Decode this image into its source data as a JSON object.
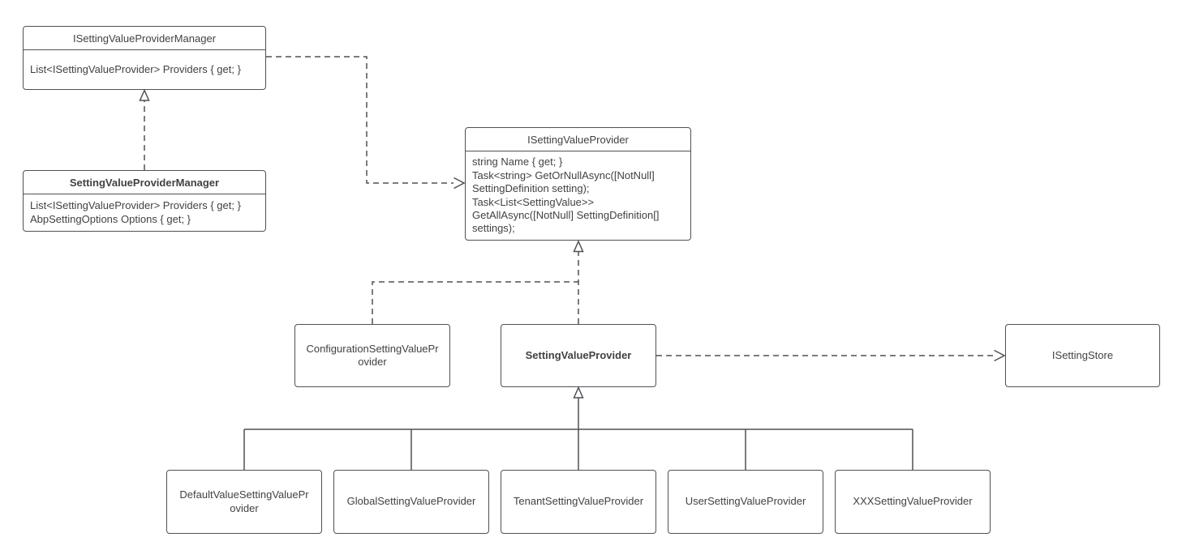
{
  "diagram": {
    "classes": {
      "isvpm": {
        "title": "ISettingValueProviderManager",
        "members": [
          "List<ISettingValueProvider> Providers { get; }"
        ]
      },
      "svpm": {
        "title": "SettingValueProviderManager",
        "members": [
          "List<ISettingValueProvider> Providers { get; }",
          "AbpSettingOptions Options { get; }"
        ]
      },
      "isvp": {
        "title": "ISettingValueProvider",
        "members": [
          "string Name { get; }",
          "Task<string> GetOrNullAsync([NotNull] SettingDefinition setting);",
          "Task<List<SettingValue>> GetAllAsync([NotNull] SettingDefinition[] settings);"
        ]
      },
      "csvp": {
        "title": "ConfigurationSettingValueProvider"
      },
      "svp": {
        "title": "SettingValueProvider"
      },
      "iss": {
        "title": "ISettingStore"
      },
      "dvsvp": {
        "title": "DefaultValueSettingValueProvider"
      },
      "gsvp": {
        "title": "GlobalSettingValueProvider"
      },
      "tsvp": {
        "title": "TenantSettingValueProvider"
      },
      "usvp": {
        "title": "UserSettingValueProvider"
      },
      "xsvp": {
        "title": "XXXSettingValueProvider"
      }
    },
    "edges": [
      {
        "from": "SettingValueProviderManager",
        "to": "ISettingValueProviderManager",
        "type": "realization-dashed-hollow-triangle"
      },
      {
        "from": "ISettingValueProviderManager",
        "to": "ISettingValueProvider",
        "type": "dependency-dashed-open-arrow"
      },
      {
        "from": "SettingValueProvider",
        "to": "ISettingValueProvider",
        "type": "realization-dashed-hollow-triangle"
      },
      {
        "from": "ConfigurationSettingValueProvider",
        "to": "ISettingValueProvider",
        "type": "realization-dashed-hollow-triangle"
      },
      {
        "from": "SettingValueProvider",
        "to": "ISettingStore",
        "type": "dependency-dashed-open-arrow"
      },
      {
        "from": "DefaultValueSettingValueProvider",
        "to": "SettingValueProvider",
        "type": "generalization-solid-hollow-triangle"
      },
      {
        "from": "GlobalSettingValueProvider",
        "to": "SettingValueProvider",
        "type": "generalization-solid-hollow-triangle"
      },
      {
        "from": "TenantSettingValueProvider",
        "to": "SettingValueProvider",
        "type": "generalization-solid-hollow-triangle"
      },
      {
        "from": "UserSettingValueProvider",
        "to": "SettingValueProvider",
        "type": "generalization-solid-hollow-triangle"
      },
      {
        "from": "XXXSettingValueProvider",
        "to": "SettingValueProvider",
        "type": "generalization-solid-hollow-triangle"
      }
    ],
    "colors": {
      "line": "#4e5156",
      "text": "#3f4245",
      "box_fill": "#ffffff",
      "background": "#ffffff"
    }
  }
}
